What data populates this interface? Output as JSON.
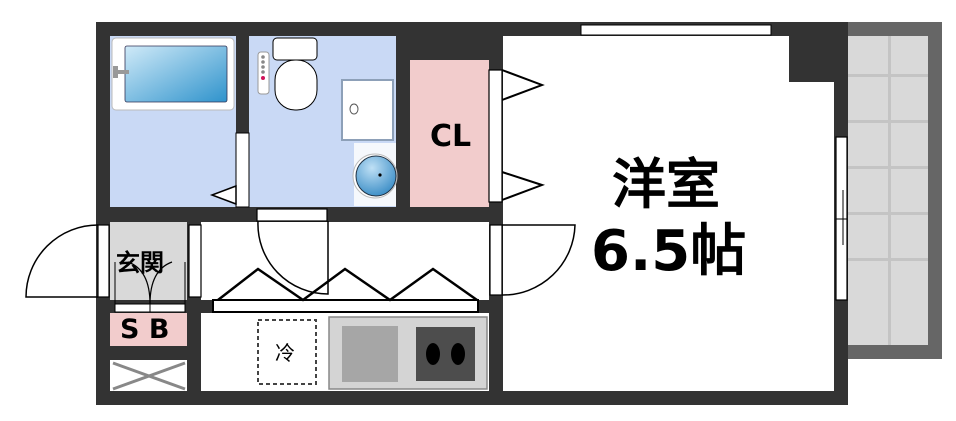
{
  "floor_plan": {
    "type": "1K apartment floor plan",
    "rooms": {
      "western_room": {
        "name": "洋室",
        "size": "6.5帖"
      },
      "closet": {
        "label": "CL"
      },
      "entrance": {
        "label": "玄関"
      },
      "shoe_box": {
        "label": "S B"
      },
      "refrigerator": {
        "label": "冷"
      },
      "bathroom": {
        "label": ""
      },
      "toilet_washroom": {
        "label": ""
      },
      "kitchen": {
        "label": ""
      },
      "balcony": {
        "label": ""
      }
    },
    "colors": {
      "wall": "#333333",
      "wet_area": "#c9d9f5",
      "closet_storage": "#f2cccc",
      "entrance_floor": "#d9d9d9",
      "balcony_border": "#666666",
      "balcony_tile": "#d9d9d9",
      "stove": "#4d4d4d",
      "sink": "#a6a6a6",
      "counter": "#d4d4d4",
      "tub_water": "#4aa3d9"
    }
  }
}
